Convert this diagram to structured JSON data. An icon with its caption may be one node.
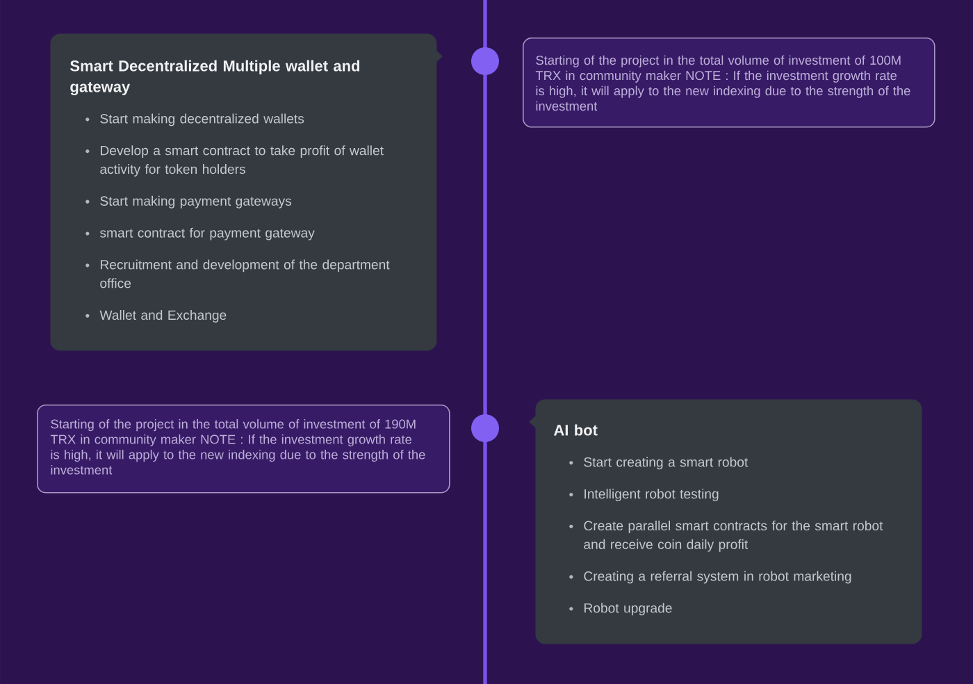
{
  "diagram": {
    "nodes": [
      {
        "text": [
          "Smart Decentralized Multiple wallet and gateway",
          "Start making decentralized wallets",
          "Develop a smart contract to take profit of wallet activity for token holders",
          "Start making payment gateways",
          "smart contract for payment gateway",
          "Recruitment and development of the department office",
          "Wallet and Exchange"
        ]
      },
      {
        "text": [
          "Starting of the project in the total volume of investment of 100M TRX in community maker NOTE : If the investment growth rate is high, it will apply to the new indexing due to the strength of the investment"
        ]
      },
      {
        "text": [
          "Starting of the project in the total volume of investment of 190M TRX in community maker NOTE : If the investment growth rate is high, it will apply to the new indexing due to the strength of the investment"
        ]
      },
      {
        "text": [
          "AI bot",
          "Start creating a smart robot",
          "Intelligent robot testing",
          "Create parallel smart contracts for the smart robot and receive coin daily profit",
          "Creating a referral system in robot marketing",
          "Robot upgrade"
        ]
      }
    ]
  }
}
